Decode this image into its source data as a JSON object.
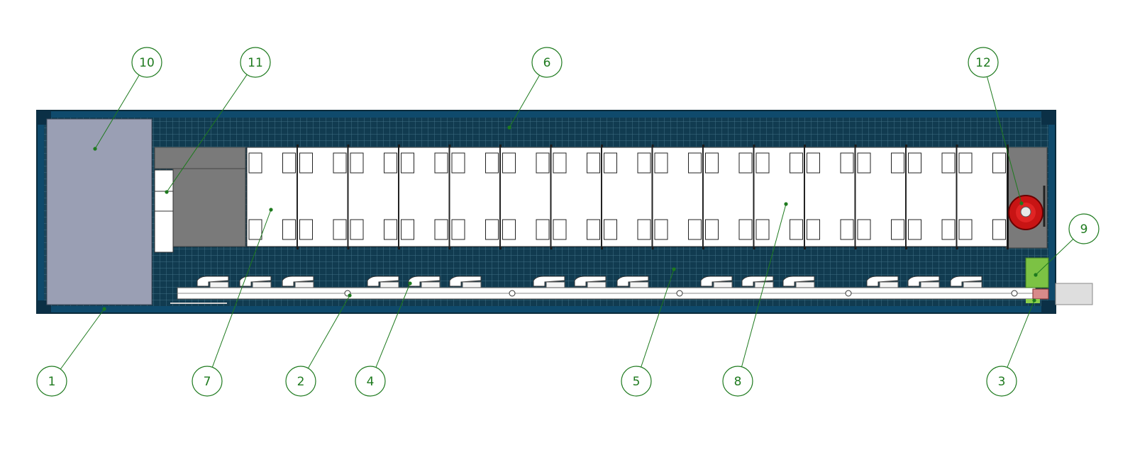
{
  "drawing": {
    "kind": "container layout top view",
    "colors": {
      "callout": "#1e7a1e",
      "wall": "#0f4a6c",
      "floor_grid": "#1d4a5f",
      "end_room": "#9a9fb4",
      "bench": "#ffffff",
      "counter": "#7a7a7a",
      "extinguisher": "#d01010",
      "panel": "#7cc244"
    },
    "callouts": [
      {
        "id": "1",
        "label": "1",
        "target": "container-shell"
      },
      {
        "id": "2",
        "label": "2",
        "target": "conveyor-rail"
      },
      {
        "id": "3",
        "label": "3",
        "target": "connector-box"
      },
      {
        "id": "4",
        "label": "4",
        "target": "workstation-fixture"
      },
      {
        "id": "5",
        "label": "5",
        "target": "floor-grating"
      },
      {
        "id": "6",
        "label": "6",
        "target": "wall-grating"
      },
      {
        "id": "7",
        "label": "7",
        "target": "workbench-row"
      },
      {
        "id": "8",
        "label": "8",
        "target": "workbench-panel"
      },
      {
        "id": "9",
        "label": "9",
        "target": "electrical-panel"
      },
      {
        "id": "10",
        "label": "10",
        "target": "end-room"
      },
      {
        "id": "11",
        "label": "11",
        "target": "storage-cabinet"
      },
      {
        "id": "12",
        "label": "12",
        "target": "fire-extinguisher"
      }
    ]
  }
}
